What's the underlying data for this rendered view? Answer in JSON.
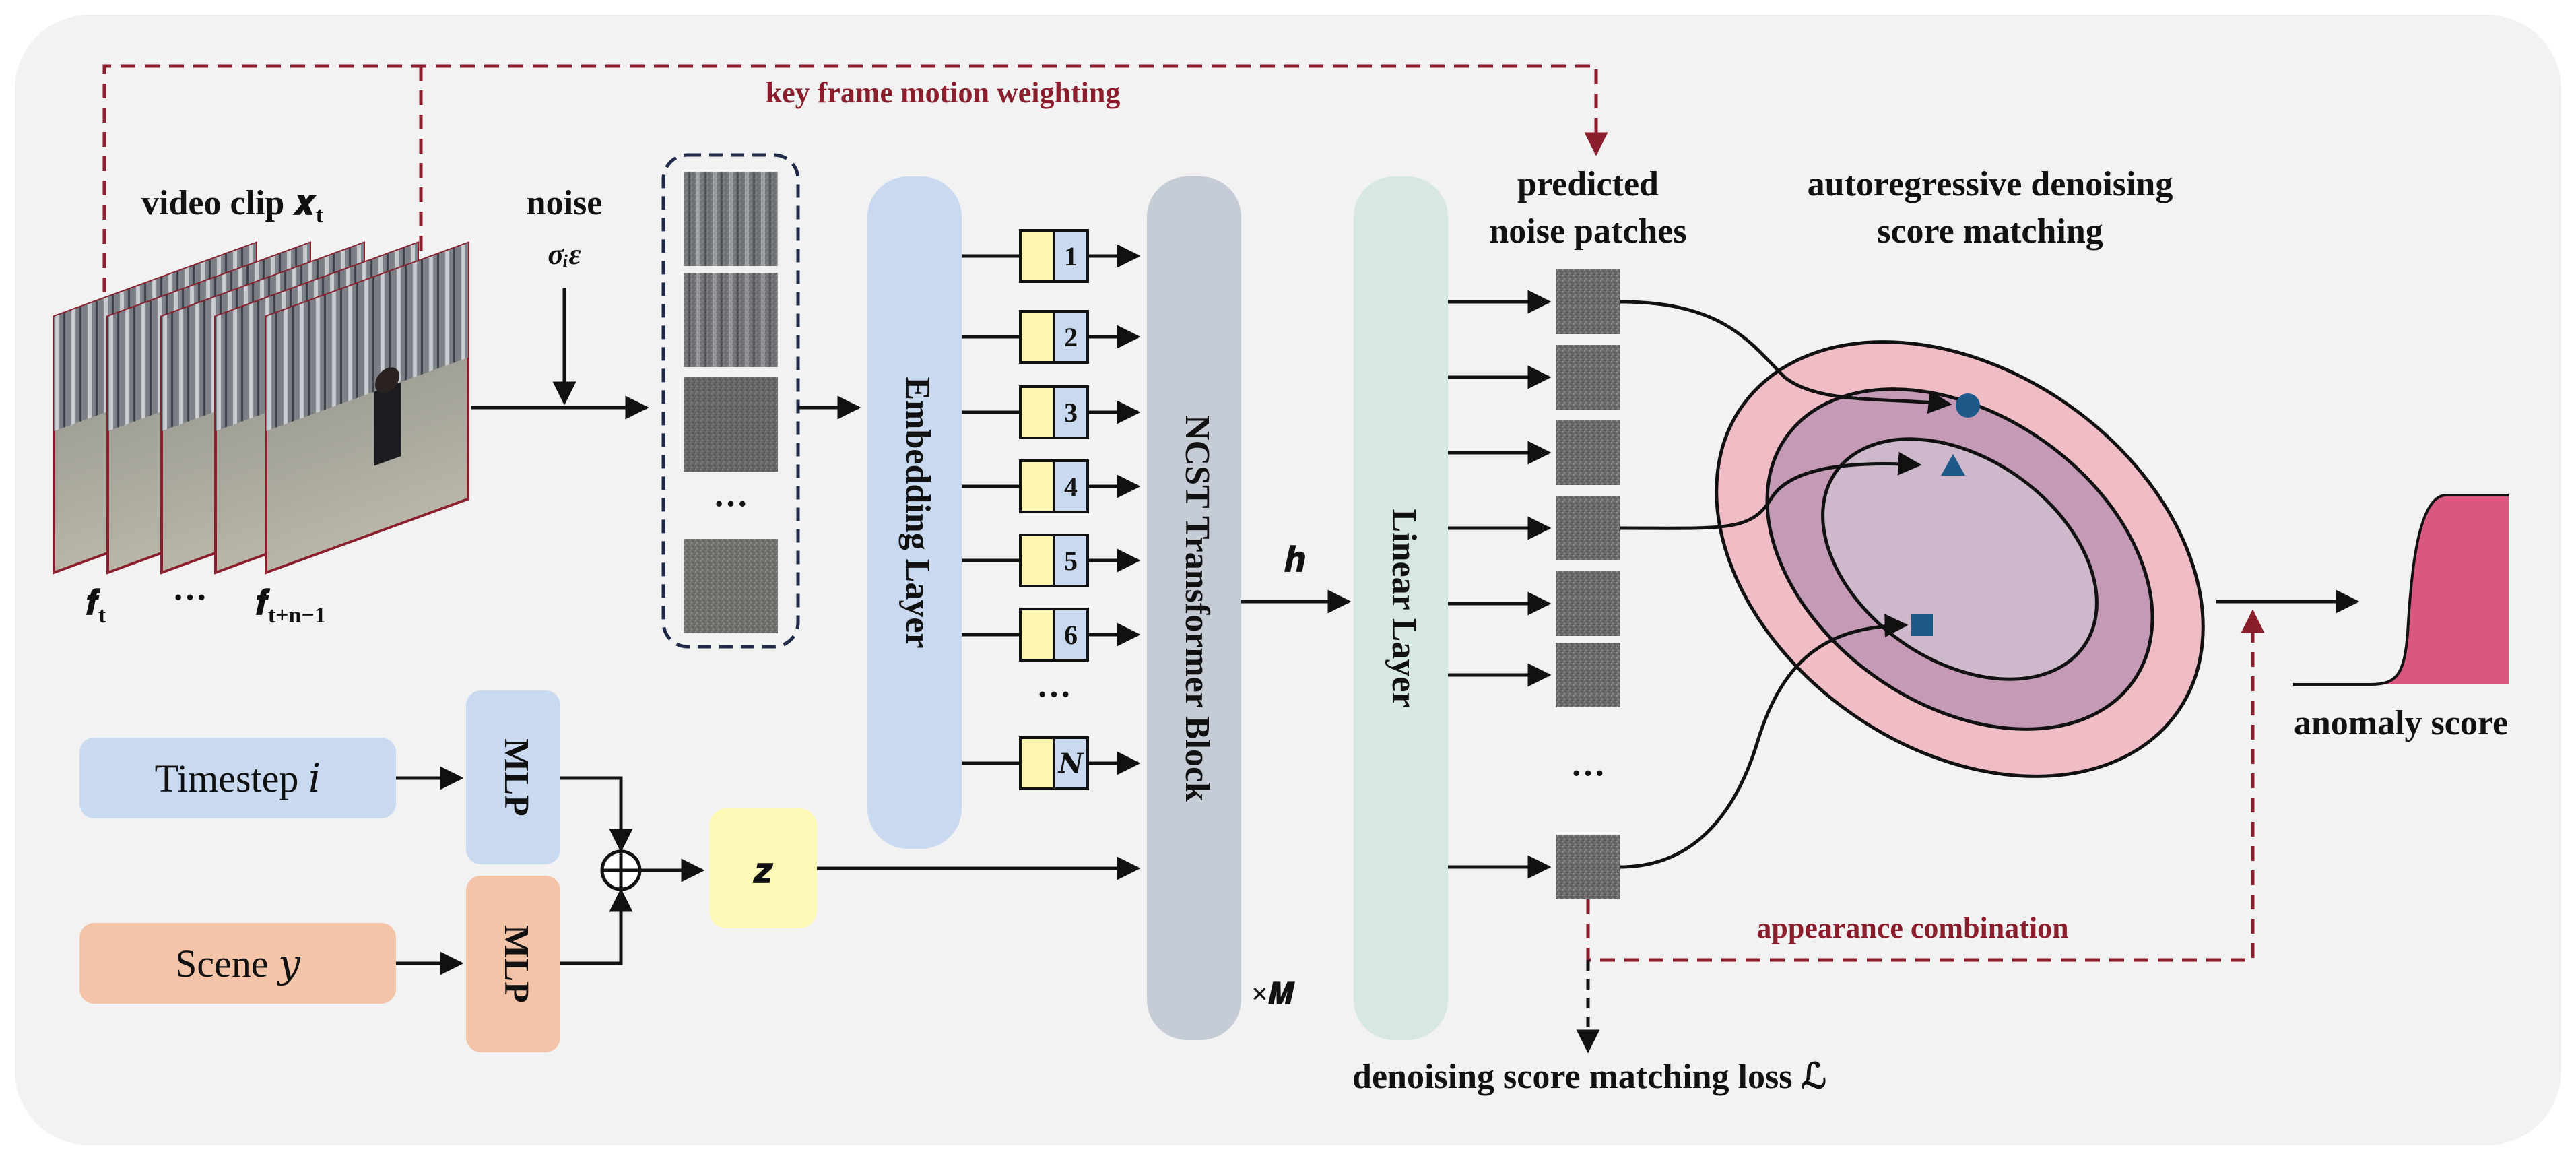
{
  "labels": {
    "video_clip": "video clip 𝒙",
    "video_clip_sub": "t",
    "noise_title": "noise",
    "noise_expr": "σᵢε",
    "frame_first": "𝒇",
    "frame_first_sub": "t",
    "frame_dots": "···",
    "frame_last": "𝒇",
    "frame_last_sub": "t+n−1",
    "key_frame": "key frame motion weighting",
    "embedding_layer": "Embedding Layer",
    "transformer_block": "NCST Transformer Block",
    "repeat": "×𝑴",
    "h": "𝒉",
    "linear_layer": "Linear Layer",
    "predicted_line1": "predicted",
    "predicted_line2": "noise patches",
    "score_line1": "autoregressive denoising",
    "score_line2": "score matching",
    "anomaly_score": "anomaly score",
    "appearance": "appearance combination",
    "loss": "denoising score matching loss ℒ",
    "timestep": "Timestep 𝑖",
    "scene": "Scene 𝑦",
    "mlp": "MLP",
    "z": "𝒛",
    "patch_dots": "···",
    "noise_dots": "···"
  },
  "tokens": [
    "1",
    "2",
    "3",
    "4",
    "5",
    "6",
    "···",
    "𝑵"
  ],
  "colors": {
    "background": "#f2f2f2",
    "embedding": "#c8d9f0",
    "transformer": "#c6ccd6",
    "linear": "#d6e8e1",
    "timestep": "#c8d9f0",
    "scene": "#f4c4a8",
    "mlp_top": "#c8d9f0",
    "mlp_bottom": "#f4c4a8",
    "z": "#fdf8b5",
    "token_left": "#fdf6b0",
    "token_right": "#c8d9f0",
    "dashed_red": "#8b1e2d",
    "ellipse_outer": "#f0bdc6",
    "ellipse_middle": "#c49ab6",
    "ellipse_inner": "#cdb8cc",
    "marker": "#1d5a8a",
    "anomaly_fill": "#d9587f"
  }
}
